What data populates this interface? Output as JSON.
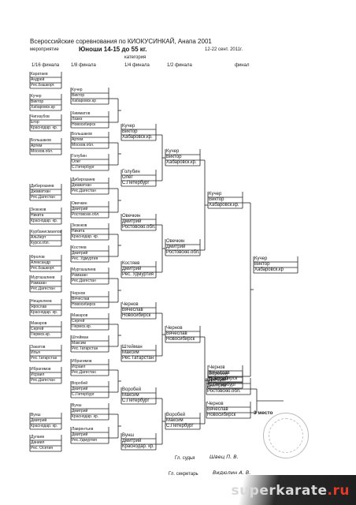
{
  "header": {
    "title": "Всероссийские соревнования по КИОКУСИНКАЙ, Анапа 2001",
    "event_label": "мероприятие",
    "category": "Юноши 14-15 до 55 кг.",
    "category_label": "категория",
    "dates": "12-22 сент. 2011г."
  },
  "rounds": {
    "r16": "1/16 финала",
    "r8": "1/8 финала",
    "r4": "1/4 финала",
    "r2": "1/2 финала",
    "final": "финал"
  },
  "col1": [
    {
      "n1": "Каратаев",
      "n2": "Андрей",
      "club": "Рес.Башкорт."
    },
    {
      "n1": "Кучер",
      "n2": "Виктор",
      "club": "Хабаровск.кр"
    },
    {
      "n1": "Чигизубов",
      "n2": "Егор",
      "club": "Краснодар. кр."
    },
    {
      "n1": "Большаков",
      "n2": "Артем",
      "club": "Москов.обл."
    },
    {
      "n1": "Дибиргазиев",
      "n2": "Джаватхан",
      "club": "Рес.Дагестан"
    },
    {
      "n1": "Зезюков",
      "n2": "Никита",
      "club": "Краснодар. кр."
    },
    {
      "n1": "Курбанисмаилов",
      "n2": "Альберт",
      "club": "Курск.обл."
    },
    {
      "n1": "Фролов",
      "n2": "Александр",
      "club": "Рес.Башкорт."
    },
    {
      "n1": "Муртазалиев",
      "n2": "Рамазан",
      "club": "Рес.Дагестан"
    },
    {
      "n1": "Нещеклеев",
      "n2": "Ярослав",
      "club": "Краснодар. кр."
    },
    {
      "n1": "Макаров",
      "n2": "Сергей",
      "club": "Пермск.кр."
    },
    {
      "n1": "Закатов",
      "n2": "Илья",
      "club": "Рес.Татарстан"
    },
    {
      "n1": "Ибрагимов",
      "n2": "Исраил",
      "club": "Рес.Дагестан"
    },
    {
      "n1": "Вунш",
      "n2": "Дмитрий",
      "club": "Краснодар. кр."
    },
    {
      "n1": "Дулаев",
      "n2": "Даниил",
      "club": "Рес. Осетия"
    }
  ],
  "col2": [
    {
      "n1": "Кучер",
      "n2": "Виктор",
      "club": "Хабаровск.кр"
    },
    {
      "n1": "Химматов",
      "n2": "Лазиз",
      "club": "Новосибирск"
    },
    {
      "n1": "Большаков",
      "n2": "Артем",
      "club": "Москов.обл."
    },
    {
      "n1": "Голубин",
      "n2": "Олег",
      "club": "С.Петербург"
    },
    {
      "n1": "Дибиргазиев",
      "n2": "Джаватхан",
      "club": "Рес.Дагестан"
    },
    {
      "n1": "Овечкин",
      "n2": "Дмитрий",
      "club": "Ростовскю.обл."
    },
    {
      "n1": "Зезюков",
      "n2": "Никита",
      "club": "Краснодар. кр."
    },
    {
      "n1": "Костяев",
      "n2": "Дмитрий",
      "club": "Рес. Удмуртия"
    },
    {
      "n1": "Муртазалиев",
      "n2": "Рамазан",
      "club": "Рес.Дагестан"
    },
    {
      "n1": "Чернов",
      "n2": "Вячеслав",
      "club": "Новосибирск"
    },
    {
      "n1": "Макаров",
      "n2": "Сергей",
      "club": "Пермск.кр."
    },
    {
      "n1": "Штейман",
      "n2": "Максим",
      "club": "Рес.Татарстан"
    },
    {
      "n1": "Ибрагимов",
      "n2": "Исраил",
      "club": "Рес.Дагестан"
    },
    {
      "n1": "Воробей",
      "n2": "Дмитрий",
      "club": "С.Петербург"
    },
    {
      "n1": "Вунш",
      "n2": "Дмитрий",
      "club": "Краснодар. кр."
    },
    {
      "n1": "Лаврентьев",
      "n2": "Дмитрий",
      "club": "Рес.Удмуртия"
    }
  ],
  "col3": [
    {
      "n1": "Кучер",
      "n2": "Виктор",
      "club": "Хабаровск.кр."
    },
    {
      "n1": "Голубин",
      "n2": "Олег",
      "club": "С.Петербург"
    },
    {
      "n1": "Овечкин",
      "n2": "Дмитрий",
      "club": "Ростовскю.обл."
    },
    {
      "n1": "Костяев",
      "n2": "Дмитрий",
      "club": "Рес. Удмуртия"
    },
    {
      "n1": "Чернов",
      "n2": "Вячеслав",
      "club": "Новосибирск"
    },
    {
      "n1": "Штейман",
      "n2": "Максим",
      "club": "Рес.Татарстан"
    },
    {
      "n1": "Воробей",
      "n2": "Максим",
      "club": "С.Петербург"
    },
    {
      "n1": "Вунш",
      "n2": "Дмитрий",
      "club": "Краснодар. кр."
    }
  ],
  "col4": [
    {
      "n1": "Кучер",
      "n2": "Виктор",
      "club": "Хабаровск.кр."
    },
    {
      "n1": "Овечкин",
      "n2": "Дмитрий",
      "club": "Ростовскю.обл."
    },
    {
      "n1": "Чернов",
      "n2": "Вячеслав",
      "club": "Новосибирск"
    },
    {
      "n1": "Воробей",
      "n2": "Максим",
      "club": "С.Петербург"
    }
  ],
  "col5": [
    {
      "n1": "Кучер",
      "n2": "Виктор",
      "club": "Хабаровск.кр."
    },
    {
      "n1": "Чернов",
      "n2": "Вячеслав",
      "club": "Новосибирск"
    },
    {
      "n1": "Воробей",
      "n2": "Дмитрий",
      "club": "С.Петербург"
    }
  ],
  "winner": {
    "n1": "Кучер",
    "n2": "Виктор",
    "club": "Хабаровск.кр"
  },
  "third_place": {
    "label": "3 место",
    "p1": {
      "n1": "Овечкин",
      "n2": "Дмитрий",
      "club": "Ростовскю.обл."
    },
    "p2": {
      "n1": "Чернов",
      "n2": "Вячеслав",
      "club": "Новосибирск"
    }
  },
  "officials": {
    "judge_label": "Гл. судья",
    "judge_name": "Швец П. В.",
    "secretary_label": "Гл. секретарь",
    "secretary_name": "Видюлин А. В."
  },
  "watermark": {
    "text": "superkarate",
    "suffix": ".ru"
  }
}
